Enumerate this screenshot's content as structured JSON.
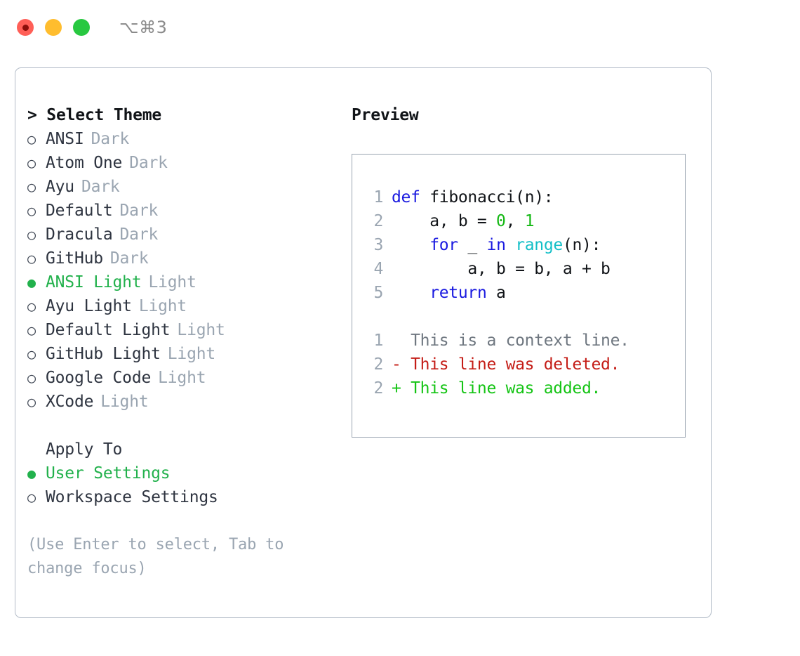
{
  "titlebar": {
    "shortcut": "⌥⌘3",
    "buttons": [
      {
        "name": "close",
        "color": "#ff5f57"
      },
      {
        "name": "minimize",
        "color": "#ffbd2e"
      },
      {
        "name": "zoom",
        "color": "#28c840"
      }
    ]
  },
  "theme_picker": {
    "heading": "> Select Theme",
    "bullet_unselected": "○",
    "bullet_selected": "●",
    "items": [
      {
        "label": "ANSI",
        "badge": "Dark",
        "selected": false
      },
      {
        "label": "Atom One",
        "badge": "Dark",
        "selected": false
      },
      {
        "label": "Ayu",
        "badge": "Dark",
        "selected": false
      },
      {
        "label": "Default",
        "badge": "Dark",
        "selected": false
      },
      {
        "label": "Dracula",
        "badge": "Dark",
        "selected": false
      },
      {
        "label": "GitHub",
        "badge": "Dark",
        "selected": false
      },
      {
        "label": "ANSI Light",
        "badge": "Light",
        "selected": true
      },
      {
        "label": "Ayu Light",
        "badge": "Light",
        "selected": false
      },
      {
        "label": "Default Light",
        "badge": "Light",
        "selected": false
      },
      {
        "label": "GitHub Light",
        "badge": "Light",
        "selected": false
      },
      {
        "label": "Google Code",
        "badge": "Light",
        "selected": false
      },
      {
        "label": "XCode",
        "badge": "Light",
        "selected": false
      }
    ]
  },
  "apply_to": {
    "heading": "Apply To",
    "items": [
      {
        "label": "User Settings",
        "selected": true
      },
      {
        "label": "Workspace Settings",
        "selected": false
      }
    ]
  },
  "hint": "(Use Enter to select, Tab to change focus)",
  "preview": {
    "heading": "Preview",
    "code_lines": [
      {
        "no": "1",
        "tokens": [
          {
            "t": "def",
            "c": "kw"
          },
          {
            "t": " ",
            "c": "plain"
          },
          {
            "t": "fibonacci",
            "c": "fn"
          },
          {
            "t": "(n):",
            "c": "plain"
          }
        ]
      },
      {
        "no": "2",
        "tokens": [
          {
            "t": "    a, b = ",
            "c": "plain"
          },
          {
            "t": "0",
            "c": "num"
          },
          {
            "t": ", ",
            "c": "plain"
          },
          {
            "t": "1",
            "c": "num"
          }
        ]
      },
      {
        "no": "3",
        "tokens": [
          {
            "t": "    ",
            "c": "plain"
          },
          {
            "t": "for",
            "c": "kw"
          },
          {
            "t": " _ ",
            "c": "plain"
          },
          {
            "t": "in",
            "c": "kw"
          },
          {
            "t": " ",
            "c": "plain"
          },
          {
            "t": "range",
            "c": "builtin"
          },
          {
            "t": "(n):",
            "c": "plain"
          }
        ]
      },
      {
        "no": "4",
        "tokens": [
          {
            "t": "        a, b = b, a + b",
            "c": "plain"
          }
        ]
      },
      {
        "no": "5",
        "tokens": [
          {
            "t": "    ",
            "c": "plain"
          },
          {
            "t": "return",
            "c": "kw"
          },
          {
            "t": " a",
            "c": "plain"
          }
        ]
      }
    ],
    "diff_lines": [
      {
        "no": "1",
        "text": "  This is a context line.",
        "kind": "context"
      },
      {
        "no": "2",
        "text": "- This line was deleted.",
        "kind": "del"
      },
      {
        "no": "2",
        "text": "+ This line was added.",
        "kind": "add"
      }
    ]
  },
  "colors": {
    "accent_green": "#22b14c",
    "badge_gray": "#9aa5b1",
    "border": "#b3bcc8",
    "keyword_blue": "#1a1ae0",
    "builtin_cyan": "#13bfc7",
    "number_green": "#14b814",
    "diff_delete_red": "#c41c16",
    "diff_add_green": "#14c414"
  }
}
